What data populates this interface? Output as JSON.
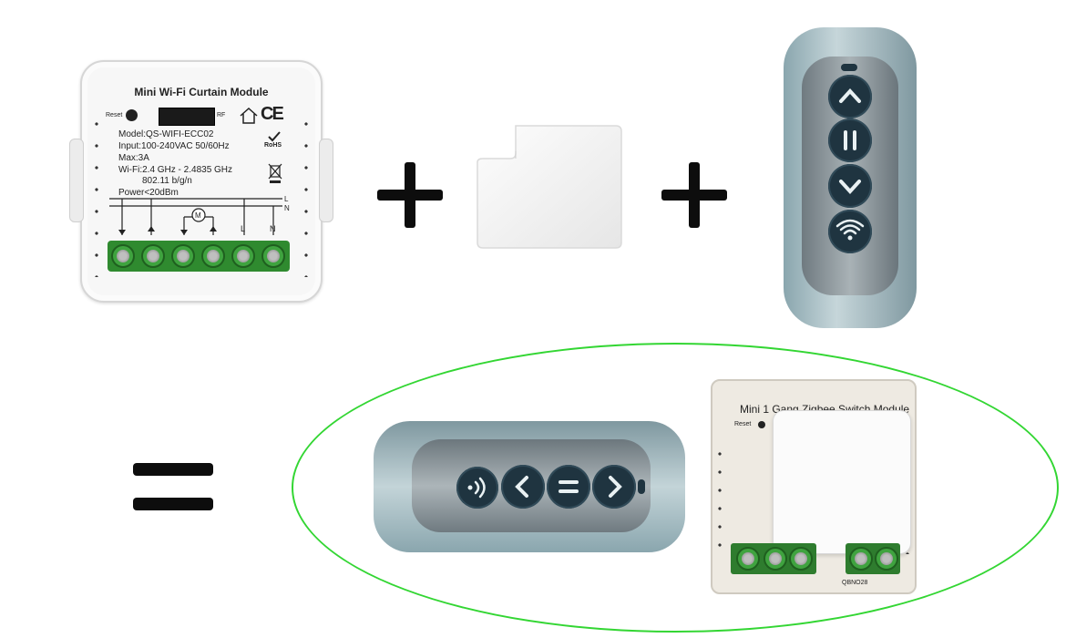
{
  "module": {
    "title": "Mini Wi-Fi Curtain Module",
    "reset_label": "Reset",
    "rf_label": "RF",
    "ce_mark": "CE",
    "rohs": "RoHS",
    "specs": [
      "Model:QS-WIFI-ECC02",
      "Input:100-240VAC 50/60Hz",
      "Max:3A",
      "Wi-Fi:2.4 GHz - 2.4835 GHz",
      "802.11 b/g/n",
      "Power<20dBm"
    ],
    "wire_labels": {
      "l": "L",
      "n": "N",
      "line_l": "L",
      "line_n": "N",
      "motor": "M"
    }
  },
  "zigbee_module": {
    "title": "Mini 1 Gang Zigbee Switch Module",
    "reset_label": "Reset",
    "code": "QBNO28"
  },
  "colors": {
    "ellipse": "#33d633",
    "remote_body": "#9fb7bf",
    "remote_panel": "#8f9aa0",
    "remote_button": "#1f3440",
    "terminal_green": "#2f8a2f"
  },
  "icons": {
    "remote_vertical": [
      "chevron-up-icon",
      "pause-icon",
      "chevron-down-icon",
      "wireless-icon"
    ],
    "remote_horizontal": [
      "wireless-icon",
      "chevron-left-icon",
      "pause-icon",
      "chevron-right-icon"
    ]
  }
}
